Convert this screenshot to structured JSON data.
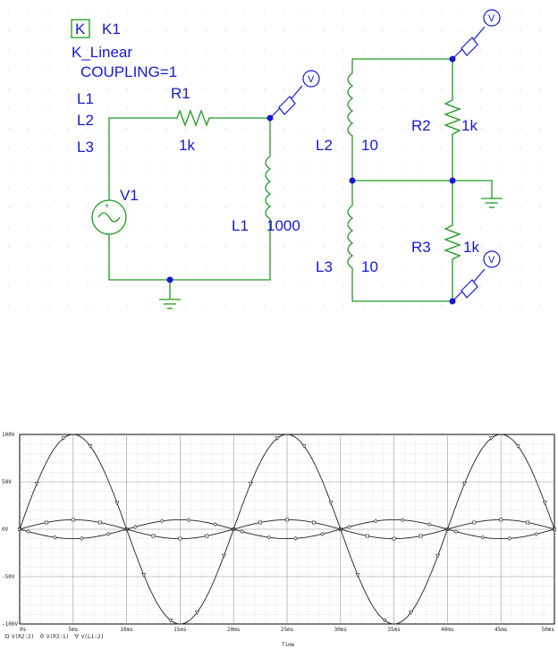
{
  "schematic": {
    "coupling_block": {
      "box_label": "K",
      "name": "K1",
      "type": "K_Linear",
      "coupling": "COUPLING=1",
      "inductors": [
        "L1",
        "L2",
        "L3"
      ]
    },
    "components": {
      "R1": {
        "ref": "R1",
        "value": "1k"
      },
      "V1": {
        "ref": "V1"
      },
      "L1": {
        "ref": "L1",
        "value": "1000"
      },
      "L2": {
        "ref": "L2",
        "value": "10"
      },
      "L3": {
        "ref": "L3",
        "value": "10"
      },
      "R2": {
        "ref": "R2",
        "value": "1k"
      },
      "R3": {
        "ref": "R3",
        "value": "1k"
      }
    },
    "probe_label": "V",
    "colors": {
      "wire": "#1e9a1e",
      "text": "#1518d8"
    }
  },
  "chart_data": {
    "type": "line",
    "xlabel": "Time",
    "x_ticks": [
      "0s",
      "5ms",
      "10ms",
      "15ms",
      "20ms",
      "25ms",
      "30ms",
      "35ms",
      "40ms",
      "45ms",
      "50ms"
    ],
    "y_ticks": [
      "100V",
      "50V",
      "0V",
      "-50V",
      "-100V"
    ],
    "xlim": [
      0,
      50
    ],
    "ylim": [
      -100,
      100
    ],
    "grid": true,
    "series": [
      {
        "name": "V(R2:2)",
        "marker": "square",
        "amplitude": 10,
        "period_ms": 20,
        "phase": "sin",
        "x": [
          0,
          5,
          10,
          15,
          20,
          25,
          30,
          35,
          40,
          45,
          50
        ],
        "values": [
          0,
          10,
          0,
          -10,
          0,
          10,
          0,
          -10,
          0,
          10,
          0
        ]
      },
      {
        "name": "V(R3:1)",
        "marker": "diamond",
        "amplitude": 10,
        "period_ms": 20,
        "phase": "-sin",
        "x": [
          0,
          5,
          10,
          15,
          20,
          25,
          30,
          35,
          40,
          45,
          50
        ],
        "values": [
          0,
          -10,
          0,
          10,
          0,
          -10,
          0,
          10,
          0,
          -10,
          0
        ]
      },
      {
        "name": "V(L1:2)",
        "marker": "triangle",
        "amplitude": 100,
        "period_ms": 20,
        "phase": "sin",
        "x": [
          0,
          5,
          10,
          15,
          20,
          25,
          30,
          35,
          40,
          45,
          50
        ],
        "values": [
          0,
          100,
          0,
          -100,
          0,
          100,
          0,
          -100,
          0,
          100,
          0
        ]
      }
    ],
    "legend_position": "bottom-left"
  }
}
